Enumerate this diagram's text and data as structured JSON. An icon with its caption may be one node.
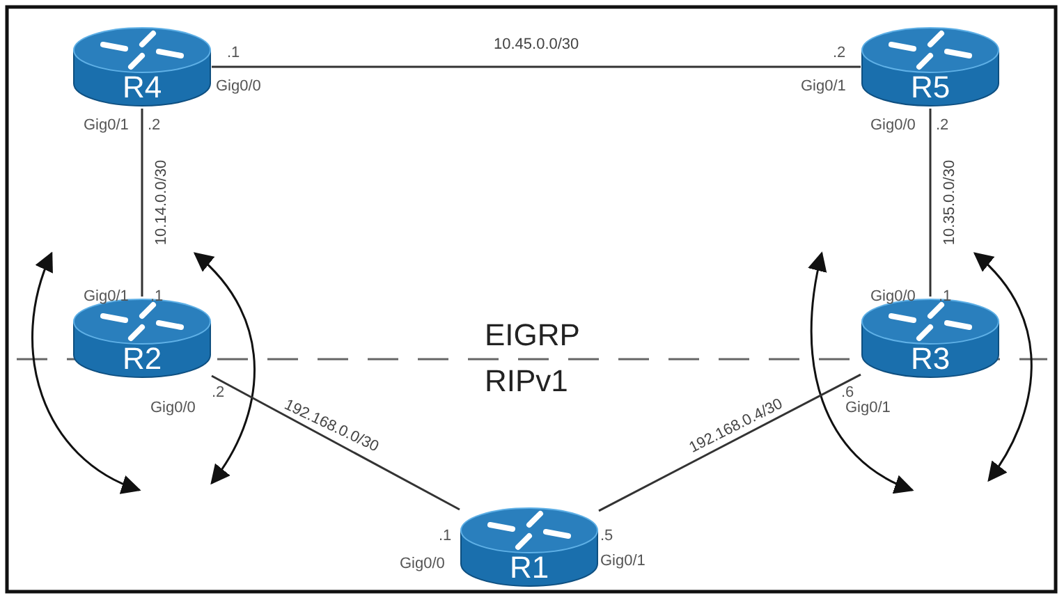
{
  "diagram": {
    "nodes": [
      {
        "text": [
          "R4"
        ]
      },
      {
        "text": [
          "R5"
        ]
      },
      {
        "text": [
          "R2"
        ]
      },
      {
        "text": [
          "R3"
        ]
      },
      {
        "text": [
          "R1"
        ]
      }
    ],
    "edges": [
      {
        "from": 0,
        "to": 1,
        "arrow": "none",
        "label": "10.45.0.0/30"
      },
      {
        "from": 0,
        "to": 2,
        "arrow": "none",
        "label": "10.14.0.0/30"
      },
      {
        "from": 1,
        "to": 3,
        "arrow": "none",
        "label": "10.35.0.0/30"
      },
      {
        "from": 2,
        "to": 4,
        "arrow": "none",
        "label": "192.168.0.0/30"
      },
      {
        "from": 3,
        "to": 4,
        "arrow": "none",
        "label": "192.168.0.4/30"
      }
    ],
    "labels": [
      ".1",
      "Gig0/0",
      ".2",
      "Gig0/1",
      "Gig0/1",
      ".2",
      "Gig0/0",
      ".2",
      "Gig0/1",
      ".1",
      "Gig0/0",
      ".1",
      "EIGRP",
      "RIPv1",
      ".2",
      "Gig0/0",
      ".6",
      "Gig0/1",
      ".1",
      "Gig0/0",
      ".5",
      "Gig0/1"
    ]
  }
}
